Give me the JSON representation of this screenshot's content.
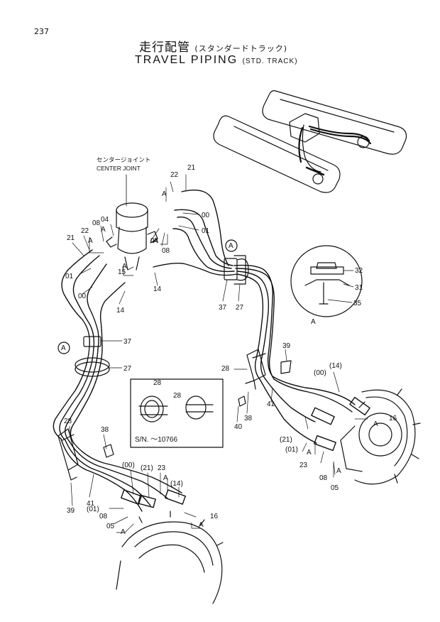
{
  "page_number": "237",
  "title_jp_main": "走行配管",
  "title_jp_sub": "(スタンダードトラック)",
  "title_en_main": "TRAVEL PIPING",
  "title_en_sub": "(STD. TRACK)",
  "center_joint_jp": "センタージョイント",
  "center_joint_en": "CENTER JOINT",
  "view_marker": "A",
  "serial_note": "S/N. ～10766",
  "callouts": {
    "c22a": "22",
    "c21a": "21",
    "c08a": "08",
    "c04a": "04",
    "c00a": "00",
    "c01a": "01",
    "c04b": "04",
    "c08b": "08",
    "c21b": "21",
    "c22b": "22",
    "c01b": "01",
    "c00b": "00",
    "c15": "15",
    "c14a": "14",
    "c14b": "14",
    "c37a": "37",
    "c27a": "27",
    "c37b": "37",
    "c27b": "27",
    "c32": "32",
    "c31": "31",
    "c35": "35",
    "c39a": "39",
    "c28a": "28",
    "c38a": "38",
    "c40": "40",
    "c41a": "41",
    "c00c": "(00)",
    "c14c": "(14)",
    "c16a": "16",
    "c21c": "(21)",
    "c01c": "(01)",
    "c23a": "23",
    "c08c": "08",
    "c05a": "05",
    "c28b": "28",
    "c28c": "28",
    "c28d": "28",
    "c38b": "38",
    "c39b": "39",
    "c41b": "41",
    "c00d": "(00)",
    "c21d": "(21)",
    "c23b": "23",
    "c14d": "(14)",
    "c01d": "(01)",
    "c08d": "08",
    "c05b": "05",
    "c16b": "16",
    "la1": "A",
    "la2": "A",
    "la3": "A",
    "la4": "A",
    "la5": "A",
    "la6": "A",
    "la7": "A",
    "la8": "A",
    "la9": "A",
    "la10": "A",
    "la11": "A"
  }
}
